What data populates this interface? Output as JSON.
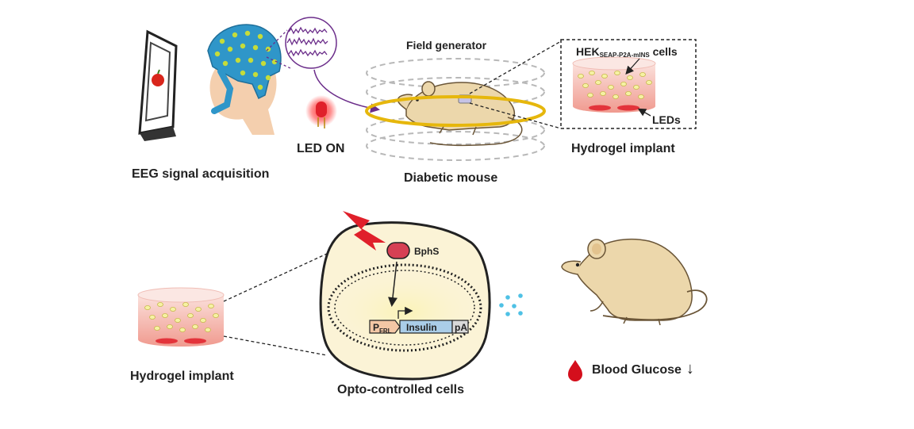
{
  "top": {
    "eeg_caption": "EEG signal acquisition",
    "led_caption": "LED ON",
    "field_generator": "Field generator",
    "mouse_caption": "Diabetic mouse",
    "cells_label_main": "HEK",
    "cells_label_sub": "SEAP-P2A-mINS",
    "cells_label_tail": " cells",
    "leds_label": "LEDs",
    "implant_caption": "Hydrogel implant"
  },
  "bottom": {
    "implant_caption": "Hydrogel implant",
    "bphs": "BphS",
    "promoter_main": "P",
    "promoter_sub": "FRL",
    "insulin": "Insulin",
    "pa": "pA",
    "cells_caption": "Opto-controlled cells",
    "glucose_label": "Blood Glucose",
    "glucose_arrow": "↓"
  },
  "colors": {
    "cap_blue": "#2f96c9",
    "electrode": "#c5dc3a",
    "led_red": "#e0202a",
    "ring_gold": "#e6b70c",
    "mouse_fill": "#ecd7ab",
    "implant_pink": "#f2aaa0",
    "cell_fill": "#fbf3d6",
    "insulin_blue": "#aacde8",
    "drop_cyan": "#4fc1e5"
  },
  "icons": [
    "tablet-apple-icon",
    "eeg-cap-icon",
    "eeg-wave-icon",
    "led-icon",
    "mouse-icon",
    "lightning-icon",
    "blood-drop-icon"
  ]
}
